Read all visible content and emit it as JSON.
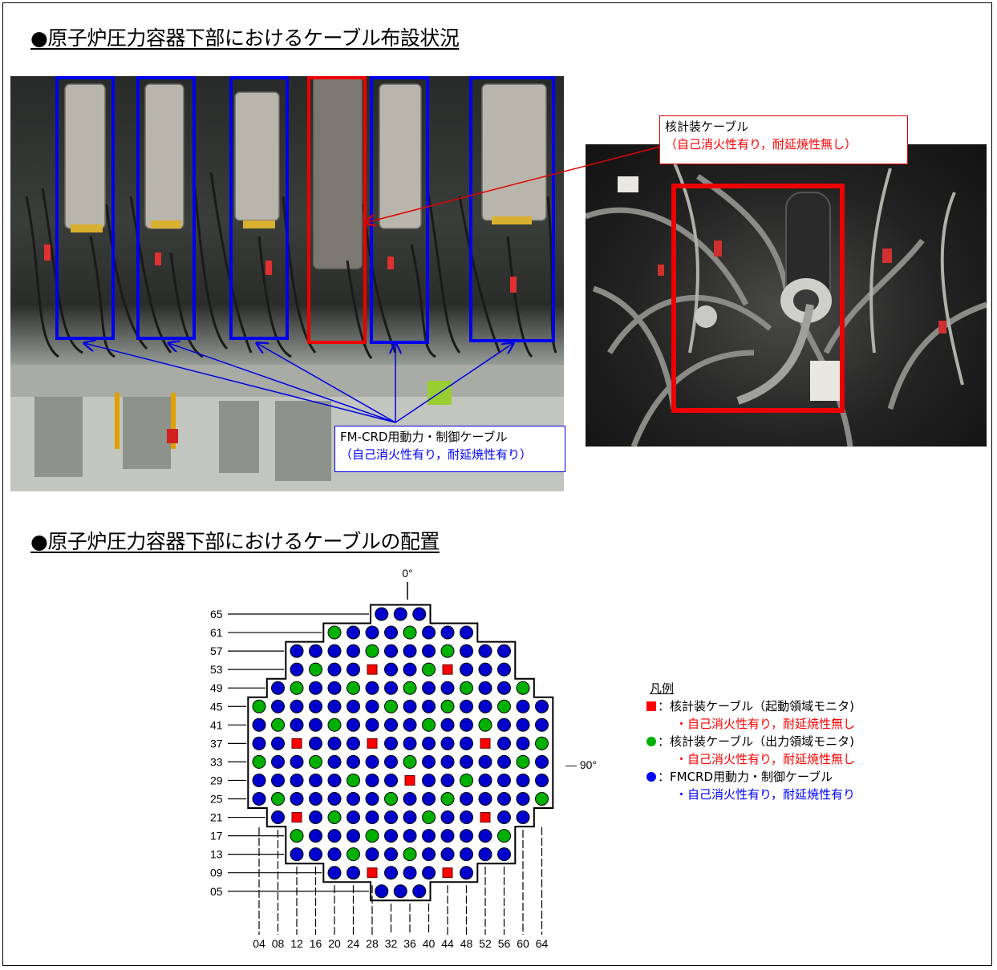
{
  "heading1": "●原子炉圧力容器下部におけるケーブル布設状況",
  "heading2": "●原子炉圧力容器下部におけるケーブルの配置",
  "callout_red": {
    "line1": "核計装ケーブル",
    "line2": "（自己消火性有り，耐延焼性無し）"
  },
  "callout_blue": {
    "line1": "FM-CRD用動力・制御ケーブル",
    "line2": "（自己消火性有り，耐延焼性有り）"
  },
  "diagram": {
    "top_label": "0°",
    "right_label": "— 90°",
    "row_labels": [
      "65",
      "61",
      "57",
      "53",
      "49",
      "45",
      "41",
      "37",
      "33",
      "29",
      "25",
      "21",
      "17",
      "13",
      "09",
      "05"
    ],
    "col_labels": [
      "04",
      "08",
      "12",
      "16",
      "20",
      "24",
      "28",
      "32",
      "36",
      "40",
      "44",
      "48",
      "52",
      "56",
      "60",
      "64"
    ]
  },
  "legend": {
    "title": "凡例",
    "items": [
      {
        "symbol": "square",
        "color": "#ff0000",
        "label": "：核計装ケーブル（起動領域モニタ)",
        "sub": "・自己消火性有り，耐延焼性無し",
        "sub_color": "#ff0000"
      },
      {
        "symbol": "circle",
        "color": "#00b000",
        "label": "：核計装ケーブル（出力領域モニタ)",
        "sub": "・自己消火性有り，耐延焼性無し",
        "sub_color": "#ff0000"
      },
      {
        "symbol": "circle",
        "color": "#0000ff",
        "label": "：FMCRD用動力・制御ケーブル",
        "sub": "・自己消火性有り，耐延焼性有り",
        "sub_color": "#0000ff"
      }
    ]
  },
  "colors": {
    "red": "#ff0000",
    "green": "#00b000",
    "blue": "#0000cc"
  }
}
